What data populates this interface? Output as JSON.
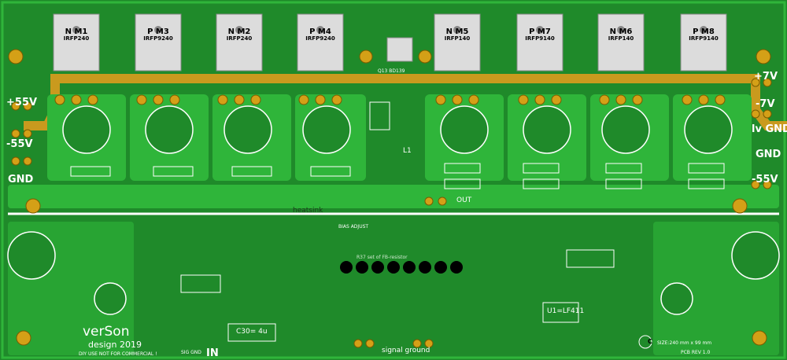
{
  "board": {
    "colors": {
      "pcb": "#1f8a2a",
      "trace": "#2fb53a",
      "copper_pour": "#c99a1e",
      "silk": "#ffffff",
      "pad": "#d4a017"
    },
    "transistors": [
      {
        "name": "N M1",
        "part": "IRFP240"
      },
      {
        "name": "P M3",
        "part": "IRFP9240"
      },
      {
        "name": "N M2",
        "part": "IRFP240"
      },
      {
        "name": "P M4",
        "part": "IRFP9240"
      },
      {
        "name": "N M5",
        "part": "IRFP140"
      },
      {
        "name": "P M7",
        "part": "IRFP9140"
      },
      {
        "name": "N M6",
        "part": "IRFP140"
      },
      {
        "name": "P M8",
        "part": "IRFP9140"
      }
    ],
    "q13": "Q13 BD139",
    "power_left": {
      "plus": "+55V",
      "minus": "-55V",
      "gnd": "GND"
    },
    "power_right": {
      "plus": "+7V",
      "minus": "-7V",
      "lv_gnd": "lv GND",
      "gnd": "GND",
      "minus55": "-55V"
    },
    "heatsink": "heatsink",
    "bias_adjust": "BIAS ADJUST",
    "out": "OUT",
    "l1": "L1",
    "signal_ground": "signal ground",
    "sig_gnd": "SIG GND",
    "in": "IN",
    "brand": "verSon",
    "design": "design 2019",
    "disclaimer": "DIY USE NOT FOR COMMERCIAL !",
    "size": "SIZE:240 mm x 99 mm",
    "rev": "PCB REV 1.0",
    "u1": "U1=LF411",
    "c30": "C30= 4u",
    "fb": "R37 set of FB-resistor",
    "c": "C"
  }
}
